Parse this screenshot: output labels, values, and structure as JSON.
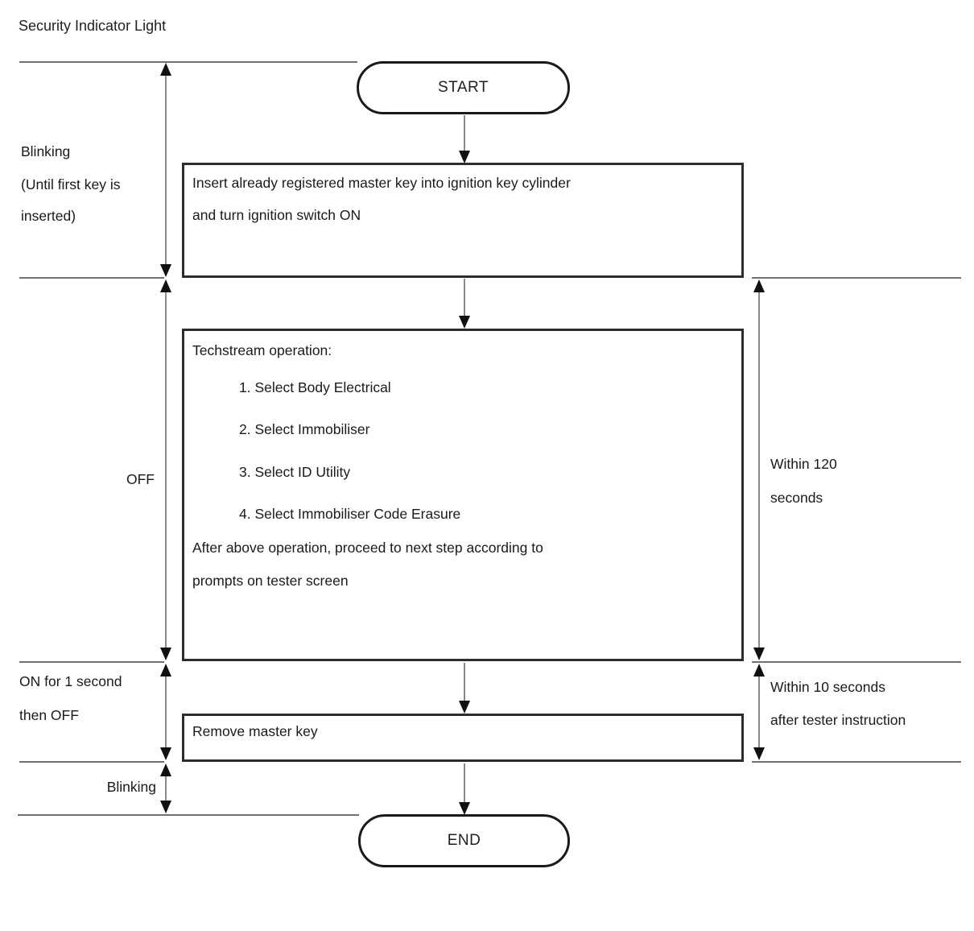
{
  "title": "Security Indicator Light",
  "nodes": {
    "start_label": "START",
    "end_label": "END",
    "step1": {
      "line1": "Insert already registered master key into ignition key cylinder",
      "line2": "and turn ignition switch ON"
    },
    "step2": {
      "header": "Techstream operation:",
      "items": [
        "1. Select Body Electrical",
        "2. Select Immobiliser",
        "3. Select ID Utility",
        "4. Select Immobiliser Code Erasure"
      ],
      "footer_line1": "After above operation, proceed to next step according to",
      "footer_line2": "prompts on tester screen"
    },
    "step3_label": "Remove master key"
  },
  "indicator_states": [
    {
      "label_lines": [
        "Blinking",
        "(Until first key is",
        "inserted)"
      ]
    },
    {
      "label_lines": [
        "OFF"
      ]
    },
    {
      "label_lines": [
        "ON for 1 second",
        "then OFF"
      ]
    },
    {
      "label_lines": [
        "Blinking"
      ]
    }
  ],
  "timing_constraints": [
    {
      "label_lines": [
        "Within 120",
        "seconds"
      ]
    },
    {
      "label_lines": [
        "Within 10 seconds",
        "after tester instruction"
      ]
    }
  ],
  "colors": {
    "background": "#ffffff",
    "reference_line_gray": "#717171",
    "arrow_shaft_gray": "#8a8a8a",
    "arrowhead_black": "#111111",
    "box_border": "#2d2d2d",
    "text": "#1a1a1a"
  }
}
